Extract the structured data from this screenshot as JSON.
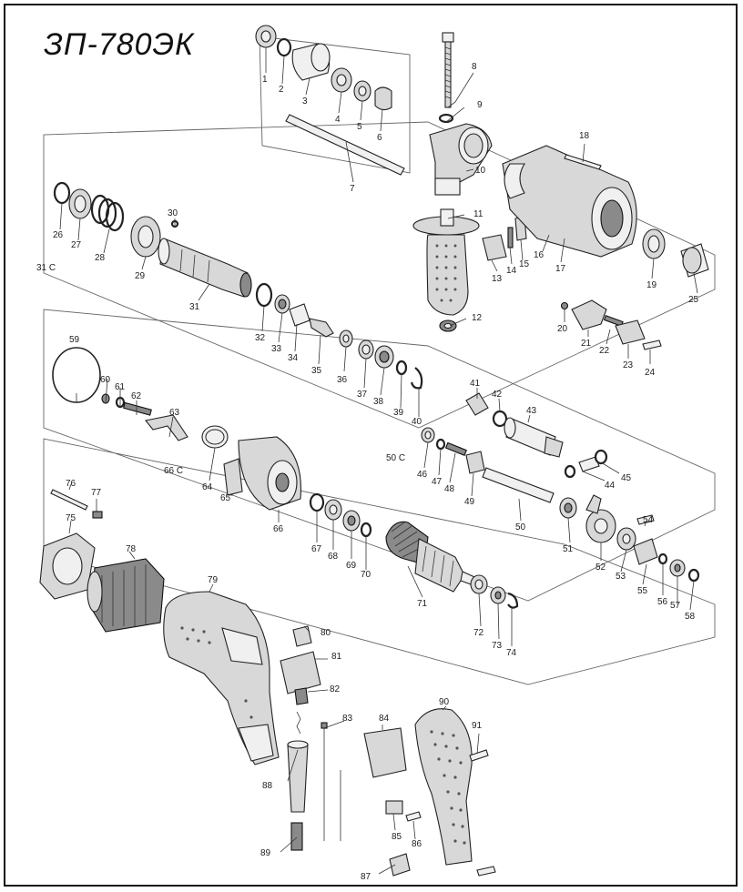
{
  "title": "ЗП-780ЭК",
  "group_labels": [
    "31 C",
    "50 C",
    "66 C"
  ],
  "part_numbers": [
    "1",
    "2",
    "3",
    "4",
    "5",
    "6",
    "7",
    "8",
    "9",
    "10",
    "11",
    "12",
    "13",
    "14",
    "15",
    "16",
    "17",
    "18",
    "19",
    "20",
    "21",
    "22",
    "23",
    "24",
    "25",
    "26",
    "27",
    "28",
    "29",
    "30",
    "31",
    "32",
    "33",
    "34",
    "35",
    "36",
    "37",
    "38",
    "39",
    "40",
    "41",
    "42",
    "43",
    "44",
    "45",
    "46",
    "47",
    "48",
    "49",
    "50",
    "51",
    "52",
    "53",
    "54",
    "55",
    "56",
    "57",
    "58",
    "59",
    "60",
    "61",
    "62",
    "63",
    "64",
    "65",
    "66",
    "67",
    "68",
    "69",
    "70",
    "71",
    "72",
    "73",
    "74",
    "75",
    "76",
    "77",
    "78",
    "79",
    "80",
    "81",
    "82",
    "83",
    "84",
    "85",
    "86",
    "87",
    "88",
    "89",
    "90",
    "91"
  ]
}
